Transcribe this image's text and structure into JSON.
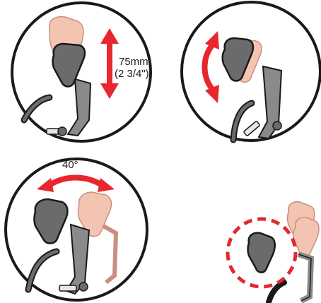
{
  "panels": [
    {
      "id": "height-adjust",
      "label_line1": "75mm",
      "label_line2": "(2 3/4\")"
    },
    {
      "id": "depth-adjust"
    },
    {
      "id": "angle-adjust",
      "label": "40°"
    },
    {
      "id": "detail-callout"
    }
  ],
  "colors": {
    "arrow": "#e8262d",
    "headrest_pink": "#f4c4b2",
    "headrest_pink_stroke": "#c98f80",
    "headrest_gray": "#6b6b6e",
    "frame_gray": "#8a8a8d",
    "outline": "#1a1a1a",
    "dashed_circle": "#e02a2f"
  }
}
